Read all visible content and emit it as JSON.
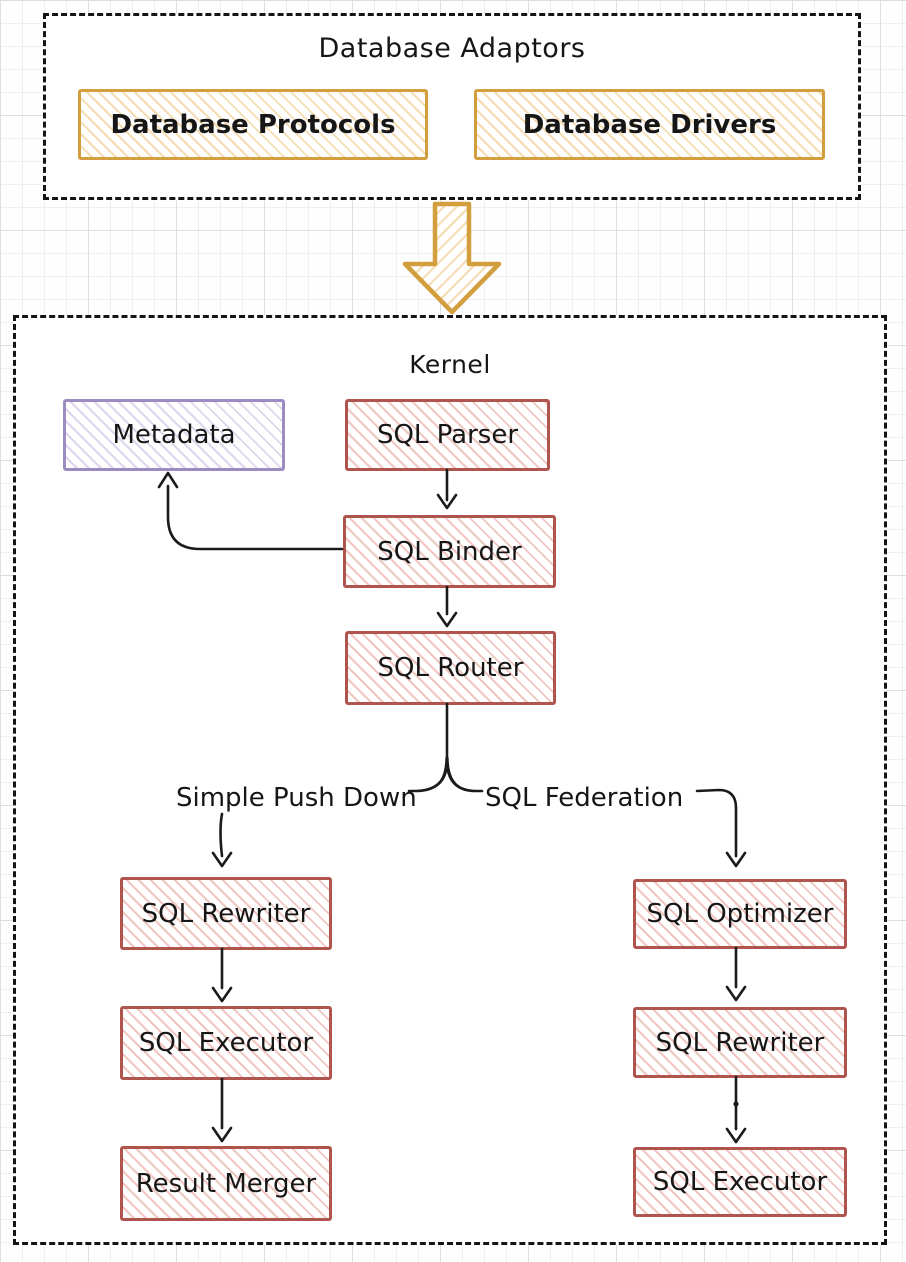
{
  "colors": {
    "container_border": "#151515",
    "connector": "#1b1b1b",
    "orange_border": "#d39e3d",
    "orange_hatch": "#f4dcb3",
    "red_border": "#b0554e",
    "red_hatch": "#f0c6c1",
    "purple_border": "#9c8cc2",
    "purple_hatch": "#ddd5ec"
  },
  "adaptors": {
    "title": "Database Adaptors",
    "protocols_label": "Database Protocols",
    "drivers_label": "Database Drivers"
  },
  "kernel": {
    "title": "Kernel",
    "metadata_label": "Metadata",
    "parser_label": "SQL Parser",
    "binder_label": "SQL Binder",
    "router_label": "SQL Router",
    "branch_left_label": "Simple Push Down",
    "branch_right_label": "SQL Federation",
    "left_chain": [
      {
        "label": "SQL Rewriter"
      },
      {
        "label": "SQL Executor"
      },
      {
        "label": "Result Merger"
      }
    ],
    "right_chain": [
      {
        "label": "SQL Optimizer"
      },
      {
        "label": "SQL Rewriter"
      },
      {
        "label": "SQL Executor"
      }
    ]
  }
}
